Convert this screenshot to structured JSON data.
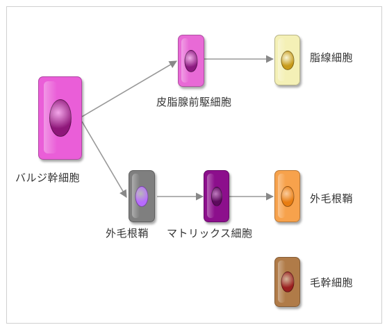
{
  "nodes": [
    {
      "key": "bulge",
      "label": "バルジ幹細胞",
      "cell_color": "#ea5ed8",
      "nucleus_color": "#8e1779"
    },
    {
      "key": "sebaceous_precursor",
      "label": "皮脂腺前駆細胞",
      "cell_color": "#e86ad6",
      "nucleus_color": "#8c1a80"
    },
    {
      "key": "sebocyte",
      "label": "脂線細胞",
      "cell_color": "#f4f0b6",
      "nucleus_color": "#c79a1a"
    },
    {
      "key": "ors_progenitor",
      "label": "外毛根鞘",
      "cell_color": "#7f7f7f",
      "nucleus_color": "#b86bff"
    },
    {
      "key": "matrix",
      "label": "マトリックス細胞",
      "cell_color": "#8c0f8c",
      "nucleus_color": "#5d0a5d"
    },
    {
      "key": "ors",
      "label": "外毛根鞘",
      "cell_color": "#f7a24c",
      "nucleus_color": "#e87d12"
    },
    {
      "key": "hair_shaft",
      "label": "毛幹細胞",
      "cell_color": "#b07b48",
      "nucleus_color": "#9a1f1f"
    }
  ],
  "edges": [
    [
      "bulge",
      "sebaceous_precursor"
    ],
    [
      "bulge",
      "ors_progenitor"
    ],
    [
      "sebaceous_precursor",
      "sebocyte"
    ],
    [
      "ors_progenitor",
      "matrix"
    ],
    [
      "matrix",
      "ors"
    ]
  ]
}
